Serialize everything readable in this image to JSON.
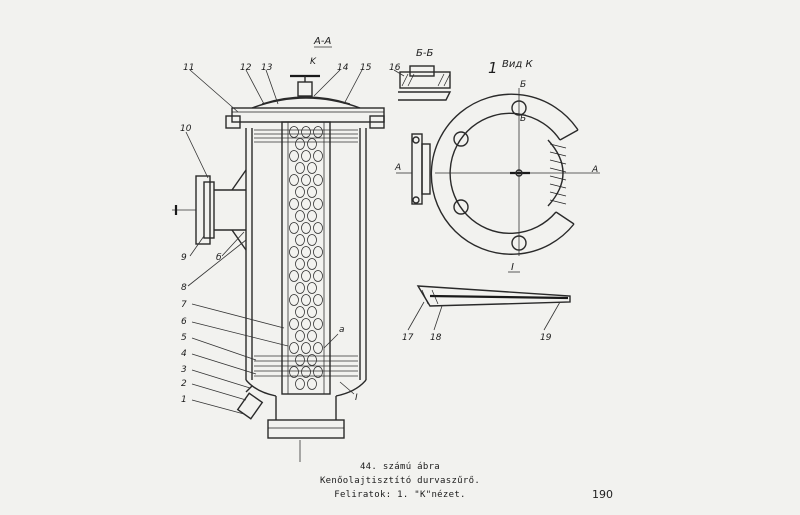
{
  "drawing": {
    "section_main": "A-A",
    "section_detail": "Б-Б",
    "view_label": "Вид К",
    "view_number": "1",
    "k_marker": "K",
    "a_left": "A",
    "a_right": "A",
    "b_top": "Б",
    "b_mid": "Б",
    "detail_label": "I",
    "callout_a": "а",
    "callout_b": "б",
    "callout_I": "I",
    "parts": [
      "1",
      "2",
      "3",
      "4",
      "5",
      "6",
      "7",
      "8",
      "9",
      "10",
      "11",
      "12",
      "13",
      "14",
      "15",
      "16",
      "17",
      "18",
      "19"
    ]
  },
  "caption": {
    "line1": "44. számú ábra",
    "line2": "Kenőolajtisztító durvaszűrő.",
    "line3": "Feliratok: 1. \"K\"nézet."
  },
  "page_number": "190"
}
